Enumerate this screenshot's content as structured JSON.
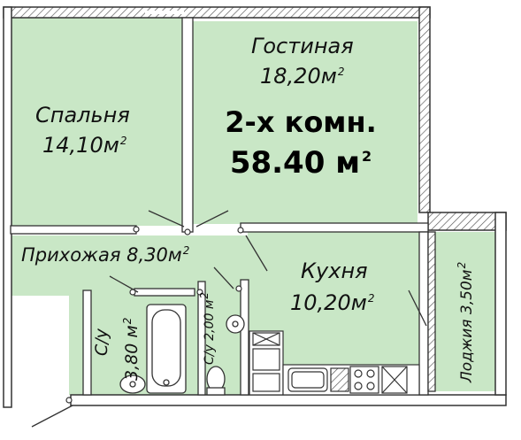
{
  "floor_plan": {
    "title": "2-х комн.",
    "total_area": "58.40",
    "total_area_unit": "м",
    "unit_superscript": "2",
    "rooms": [
      {
        "name": "Спальня",
        "area": "14,10",
        "unit": "м",
        "superscript": "2"
      },
      {
        "name": "Гостиная",
        "area": "18,20",
        "unit": "м",
        "superscript": "2"
      },
      {
        "name": "Прихожая",
        "area": "8,30",
        "unit": "м",
        "superscript": "2"
      },
      {
        "name": "Кухня",
        "area": "10,20",
        "unit": "м",
        "superscript": "2"
      },
      {
        "name": "С/у",
        "area": "3,80",
        "unit": "м",
        "superscript": "2"
      },
      {
        "name": "С/у",
        "area": "2,00",
        "unit": "м",
        "superscript": "2"
      },
      {
        "name": "Лоджия",
        "area": "3,50",
        "unit": "м",
        "superscript": "2"
      }
    ]
  },
  "colors": {
    "room_fill": "#c9e7c6",
    "wall": "#333333",
    "hatch": "#555555",
    "background": "#ffffff"
  }
}
